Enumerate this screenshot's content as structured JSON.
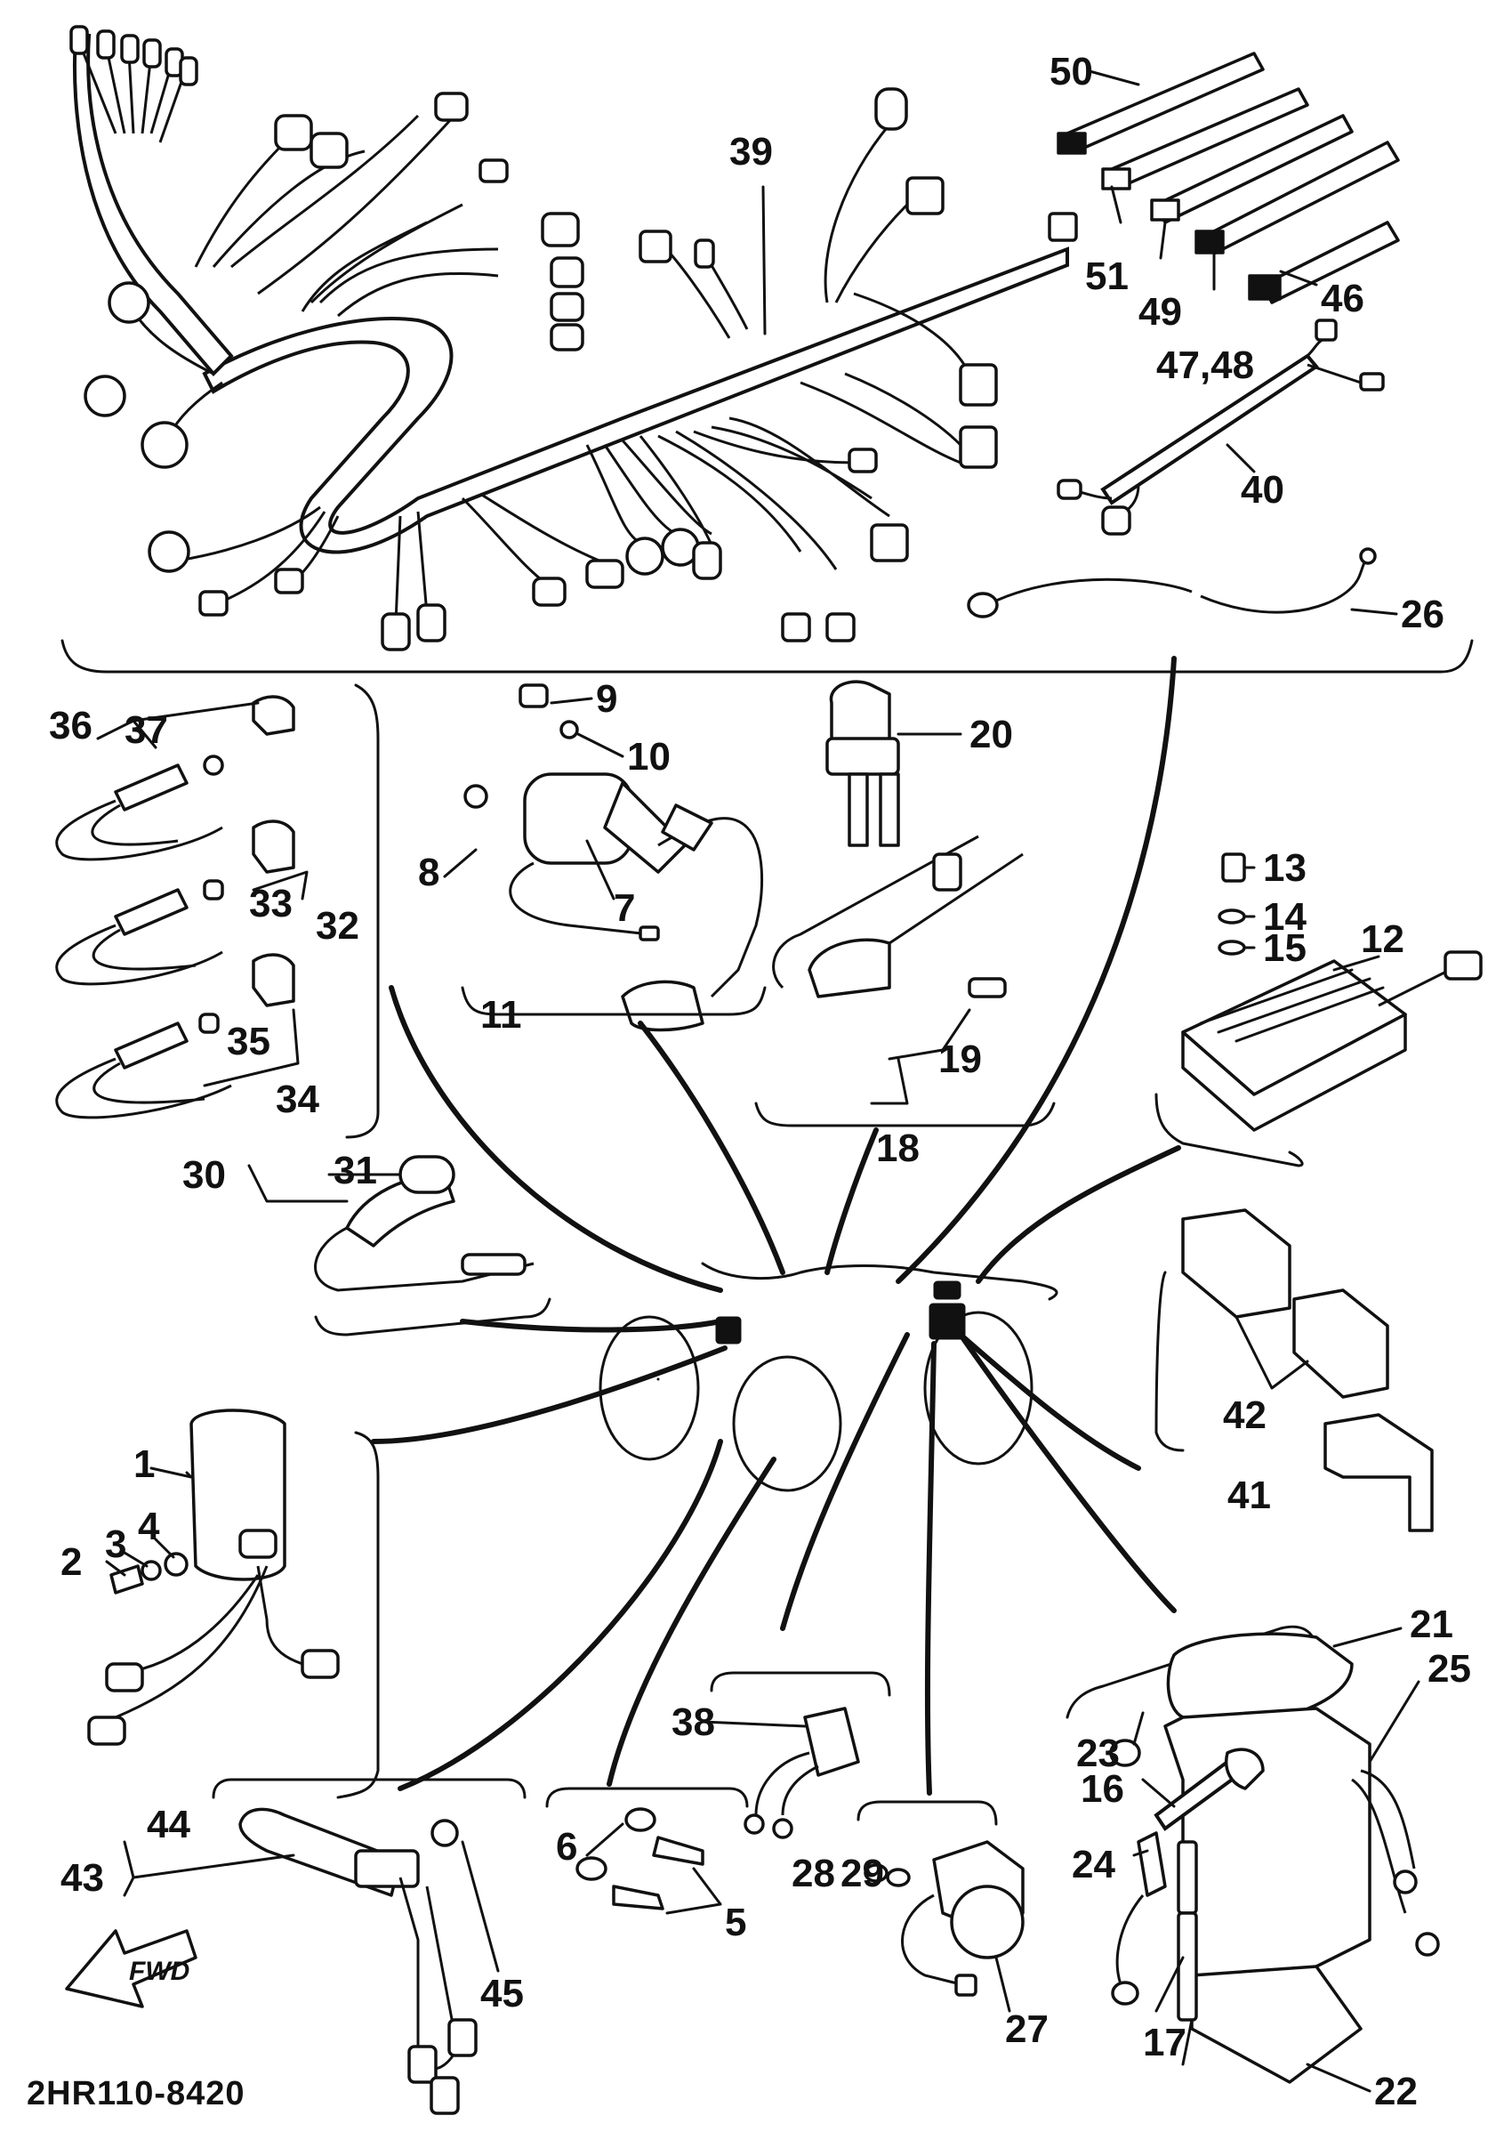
{
  "diagram": {
    "drawing_code": "2HR110-8420",
    "direction_label": "FWD",
    "callouts": {
      "c1": "1",
      "c2": "2",
      "c3": "3",
      "c4": "4",
      "c5": "5",
      "c6": "6",
      "c7": "7",
      "c8": "8",
      "c9": "9",
      "c10": "10",
      "c11": "11",
      "c12": "12",
      "c13": "13",
      "c14": "14",
      "c15": "15",
      "c16": "16",
      "c17": "17",
      "c18": "18",
      "c19": "19",
      "c20": "20",
      "c21": "21",
      "c22": "22",
      "c23": "23",
      "c24": "24",
      "c25": "25",
      "c26": "26",
      "c27": "27",
      "c28": "28",
      "c29": "29",
      "c30": "30",
      "c31": "31",
      "c32": "32",
      "c33": "33",
      "c34": "34",
      "c35": "35",
      "c36": "36",
      "c37": "37",
      "c38": "38",
      "c39": "39",
      "c40": "40",
      "c41": "41",
      "c42": "42",
      "c43": "43",
      "c44": "44",
      "c45": "45",
      "c46": "46",
      "c4748": "47,48",
      "c49": "49",
      "c50": "50",
      "c51": "51"
    }
  }
}
